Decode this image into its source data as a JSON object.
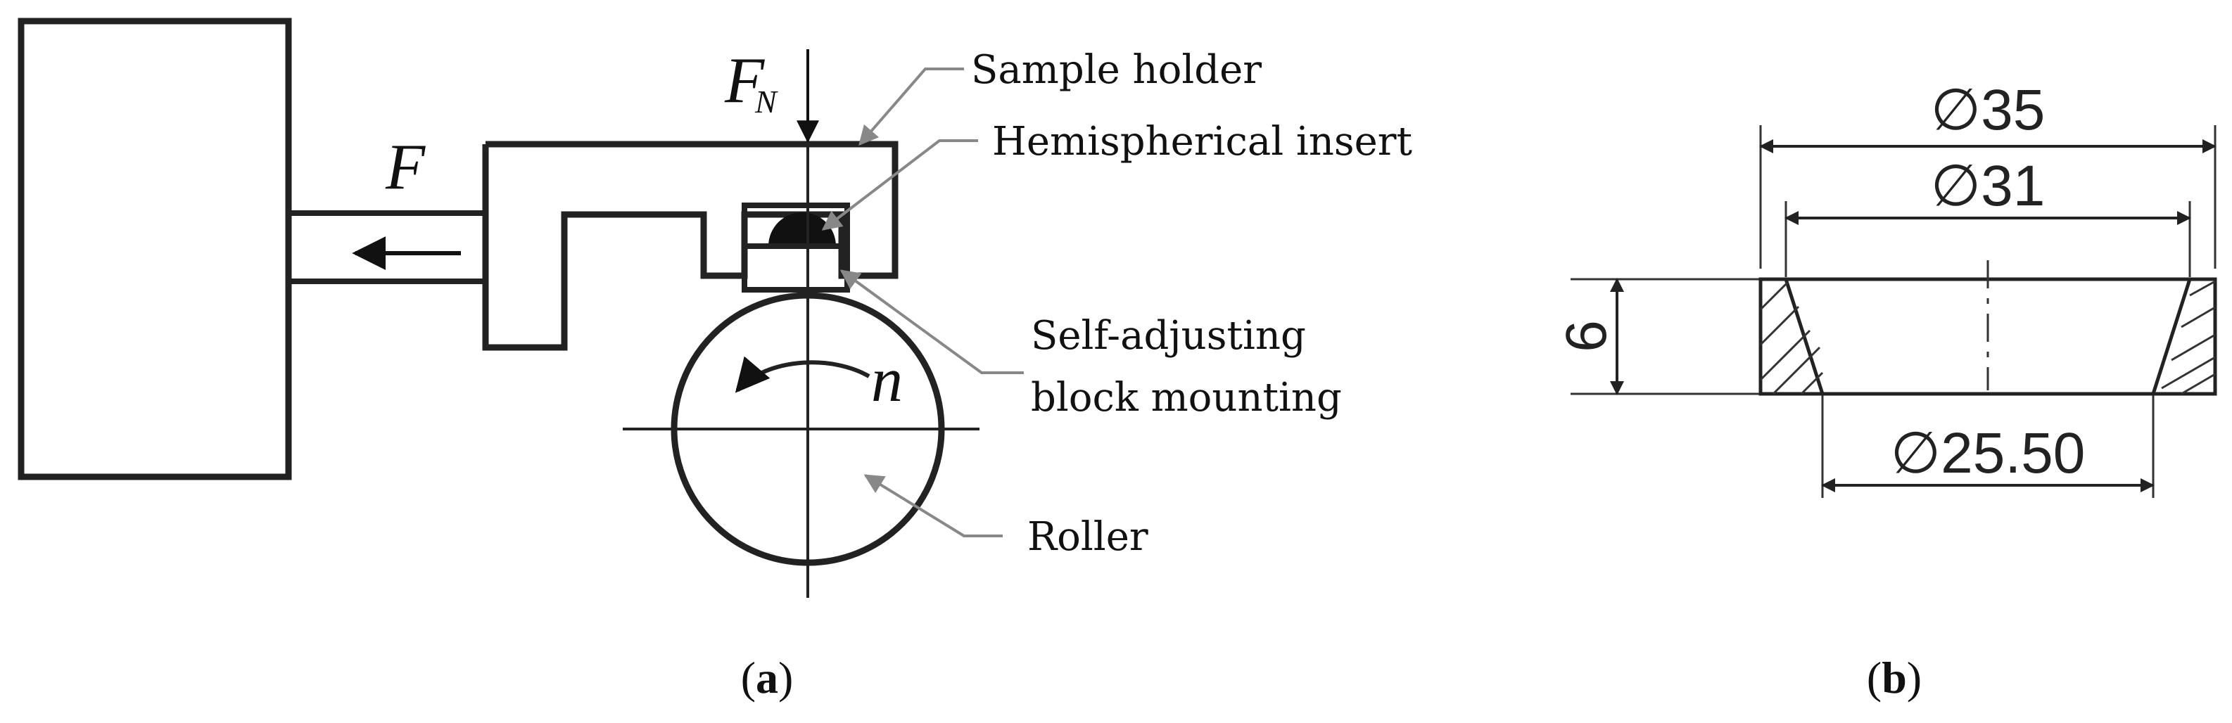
{
  "panel_a": {
    "force_normal_symbol": "F",
    "force_normal_subscript": "N",
    "force_symbol": "F",
    "rotation_symbol": "n",
    "labels": {
      "sample_holder": "Sample holder",
      "hemispherical_insert": "Hemispherical insert",
      "self_adjusting_line1": "Self-adjusting",
      "self_adjusting_line2": "block mounting",
      "roller": "Roller"
    },
    "caption_open": "(",
    "caption_letter": "a",
    "caption_close": ")"
  },
  "panel_b": {
    "diameter_symbol": "∅",
    "outer_diameter": "35",
    "inner_top_diameter": "31",
    "inner_bottom_diameter": "25.50",
    "thickness": "6",
    "caption_open": "(",
    "caption_letter": "b",
    "caption_close": ")"
  }
}
